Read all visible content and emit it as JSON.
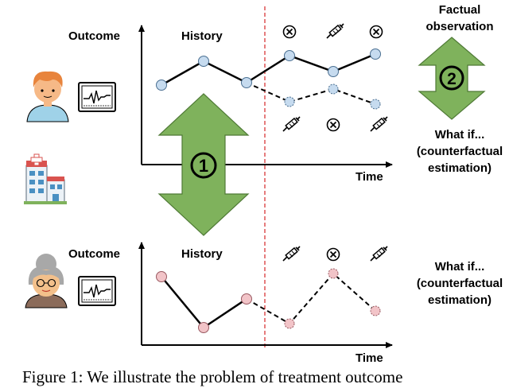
{
  "labels": {
    "outcome_top": "Outcome",
    "history_top": "History",
    "time_top": "Time",
    "outcome_bottom": "Outcome",
    "history_bottom": "History",
    "time_bottom": "Time",
    "factual_line1": "Factual",
    "factual_line2": "observation",
    "whatif_right_line1": "What if...",
    "whatif_right_line2": "(counterfactual",
    "whatif_right_line3": "estimation)",
    "whatif_bottom_line1": "What if...",
    "whatif_bottom_line2": "(counterfactual",
    "whatif_bottom_line3": "estimation)",
    "badge_1": "1",
    "badge_2": "2"
  },
  "caption": "Figure 1: We illustrate the problem of treatment outcome",
  "colors": {
    "arrow_fill": "#7fb25c",
    "arrow_stroke": "#4f7a36",
    "blue_point": "#c6dbef",
    "blue_point_stroke": "#4a6f91",
    "pink_point": "#f2c4c8",
    "pink_point_stroke": "#9a5a62",
    "divider": "#d62728",
    "face_young": "#f6b987",
    "hair_young": "#e8843c",
    "face_old": "#f3c08b",
    "hair_old": "#a8a8a8"
  },
  "icons": [
    "patient-young-icon",
    "patient-old-icon",
    "hospital-icon",
    "monitor-icon",
    "no-treatment-icon",
    "syringe-icon"
  ]
}
